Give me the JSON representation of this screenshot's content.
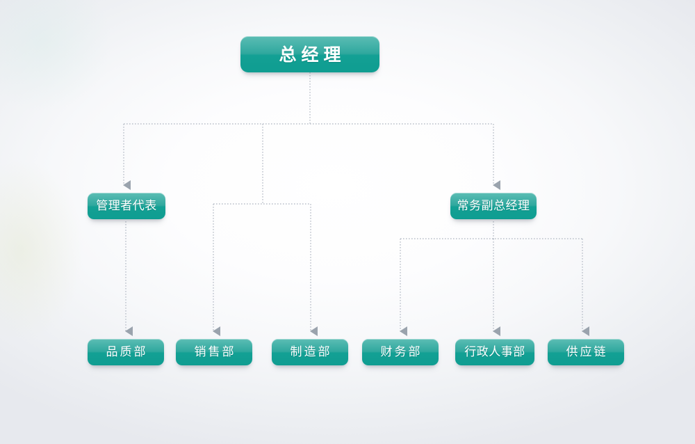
{
  "chart_data": {
    "type": "diagram",
    "diagram_type": "organization-chart",
    "title": "",
    "orientation": "top-down",
    "colors": {
      "node_fill_top": "#5cbdb4",
      "node_fill_bottom": "#0f9d91",
      "node_text": "#ffffff",
      "connector": "#b9bfc9",
      "arrowhead": "#9aa3ad",
      "background_center": "#ffffff",
      "background_edge": "#e7e9ee"
    },
    "nodes": [
      {
        "id": "gm",
        "label": "总经理",
        "level": 1
      },
      {
        "id": "mgmt_rep",
        "label": "管理者代表",
        "level": 2
      },
      {
        "id": "deputy_gm",
        "label": "常务副总经理",
        "level": 2
      },
      {
        "id": "quality",
        "label": "品质部",
        "level": 3
      },
      {
        "id": "sales",
        "label": "销售部",
        "level": 3
      },
      {
        "id": "manufacture",
        "label": "制造部",
        "level": 3
      },
      {
        "id": "finance",
        "label": "财务部",
        "level": 3
      },
      {
        "id": "hr",
        "label": "行政人事部",
        "level": 3
      },
      {
        "id": "supply",
        "label": "供应链",
        "level": 3
      }
    ],
    "edges": [
      {
        "from": "gm",
        "to": "mgmt_rep"
      },
      {
        "from": "gm",
        "to": "deputy_gm"
      },
      {
        "from": "gm",
        "to": "sales"
      },
      {
        "from": "gm",
        "to": "manufacture"
      },
      {
        "from": "mgmt_rep",
        "to": "quality"
      },
      {
        "from": "deputy_gm",
        "to": "finance"
      },
      {
        "from": "deputy_gm",
        "to": "hr"
      },
      {
        "from": "deputy_gm",
        "to": "supply"
      }
    ]
  },
  "nodes": {
    "gm": {
      "label": "总经理"
    },
    "mgmt_rep": {
      "label": "管理者代表"
    },
    "deputy_gm": {
      "label": "常务副总经理"
    },
    "quality": {
      "label": "品质部"
    },
    "sales": {
      "label": "销售部"
    },
    "manufacture": {
      "label": "制造部"
    },
    "finance": {
      "label": "财务部"
    },
    "hr": {
      "label": "行政人事部"
    },
    "supply": {
      "label": "供应链"
    }
  }
}
